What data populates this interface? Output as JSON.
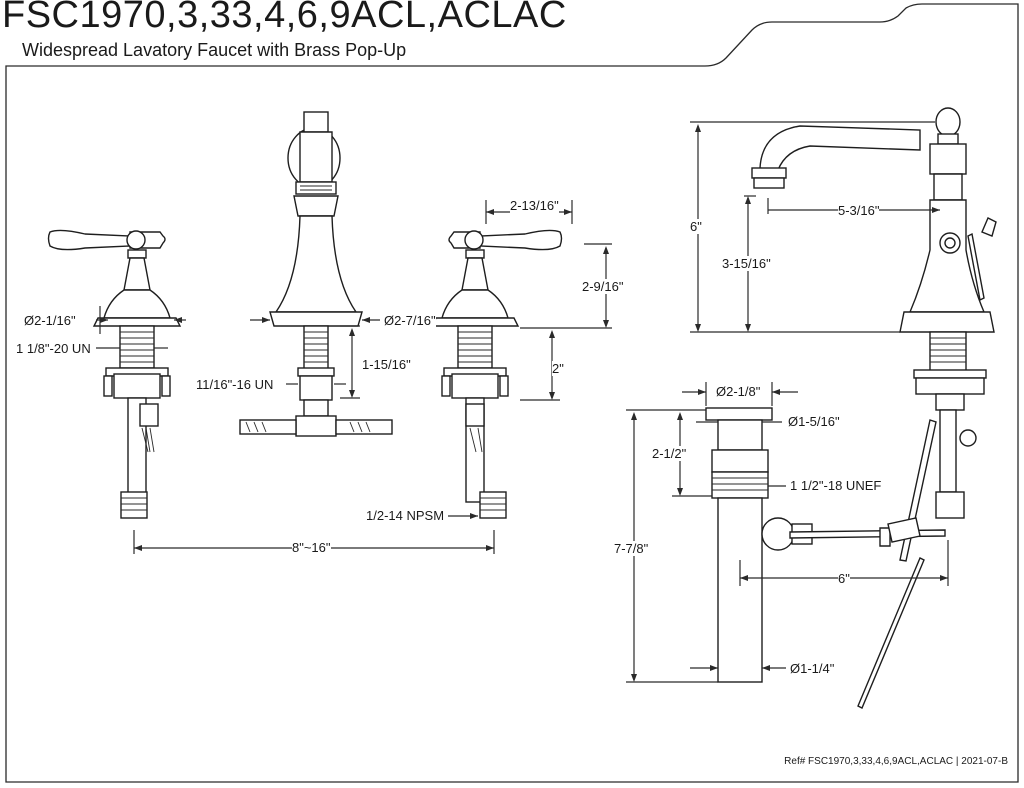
{
  "header": {
    "title": "FSC1970,3,33,4,6,9ACL,ACLAC",
    "subtitle": "Widespread Lavatory Faucet with Brass Pop-Up"
  },
  "dimensions": {
    "left_handle_diameter": "Ø2-1/16\"",
    "left_thread": "1 1/8\"-20 UN",
    "spout_base_diameter": "Ø2-7/16\"",
    "spout_shank_length": "1-15/16\"",
    "tee_thread": "11/16\"-16 UN",
    "handle_width": "2-13/16\"",
    "handle_height": "2-9/16\"",
    "handle_shank_length": "2\"",
    "connection": "1/2-14 NPSM",
    "center_spread": "8\"~16\"",
    "overall_height": "6\"",
    "spout_reach": "5-3/16\"",
    "spout_clearance": "3-15/16\"",
    "drain_flange_diameter": "Ø2-1/8\"",
    "drain_stopper_diameter": "Ø1-5/16\"",
    "drain_upper_height": "2-1/2\"",
    "drain_thread": "1 1/2\"-18 UNEF",
    "drain_length": "7-7/8\"",
    "lift_rod_length": "6\"",
    "tailpiece_diameter": "Ø1-1/4\""
  },
  "footer": {
    "reference": "Ref# FSC1970,3,33,4,6,9ACL,ACLAC | 2021-07-B"
  }
}
